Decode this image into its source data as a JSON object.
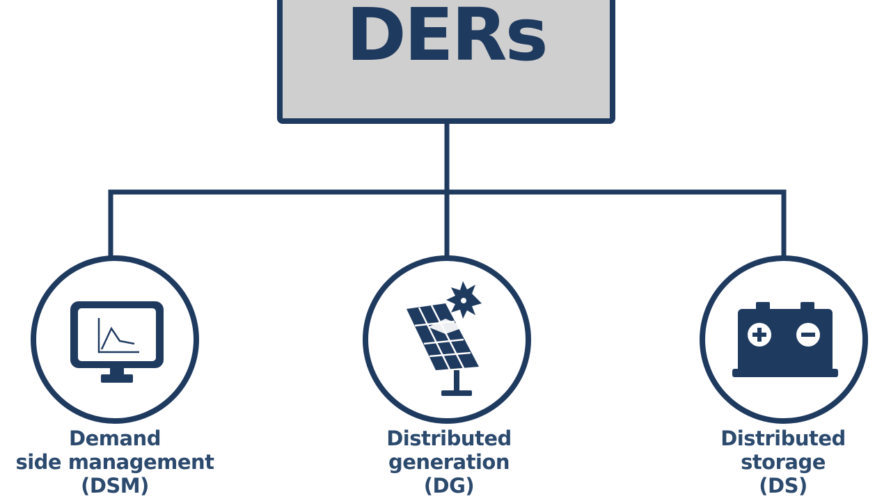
{
  "root": {
    "title": "DERs"
  },
  "nodes": [
    {
      "id": "dsm",
      "icon": "monitor-chart-icon",
      "lines": [
        "Demand",
        "side management",
        "(DSM)"
      ]
    },
    {
      "id": "dg",
      "icon": "solar-panel-icon",
      "lines": [
        "Distributed",
        "generation",
        "(DG)"
      ]
    },
    {
      "id": "ds",
      "icon": "battery-icon",
      "lines": [
        "Distributed",
        "storage",
        "(DS)"
      ]
    }
  ],
  "colors": {
    "primary": "#1f3a5f",
    "label": "#2c4a6e",
    "root_fill": "#cfcfcf",
    "background": "#ffffff"
  }
}
